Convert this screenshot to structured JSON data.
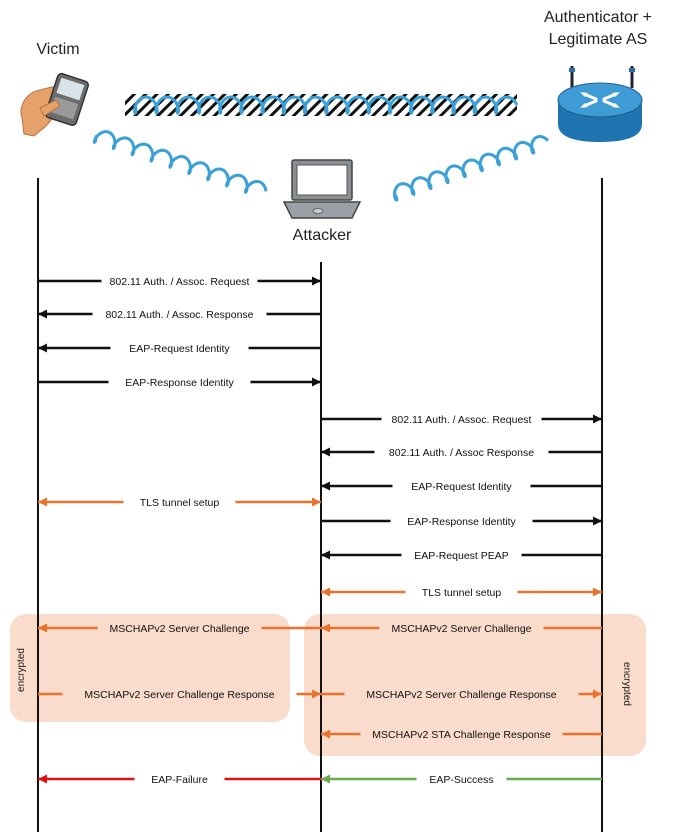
{
  "actors": {
    "victim": "Victim",
    "attacker": "Attacker",
    "authenticator_line1": "Authenticator +",
    "authenticator_line2": "Legitimate AS"
  },
  "encrypted_label": "encrypted",
  "colors": {
    "black": "#111111",
    "orange": "#e8732c",
    "red": "#e01010",
    "green": "#6aa84f",
    "encrypted_box": "#f9dccb"
  },
  "icons": [
    "phone-in-hand-icon",
    "laptop-icon",
    "wireless-router-icon",
    "wireless-link-icon"
  ],
  "messages": [
    {
      "label": "802.11 Auth. / Assoc. Request",
      "from": "victim",
      "to": "attacker",
      "color": "black"
    },
    {
      "label": "802.11 Auth. / Assoc. Response",
      "from": "attacker",
      "to": "victim",
      "color": "black"
    },
    {
      "label": "EAP-Request Identity",
      "from": "attacker",
      "to": "victim",
      "color": "black"
    },
    {
      "label": "EAP-Response Identity",
      "from": "victim",
      "to": "attacker",
      "color": "black"
    },
    {
      "label": "802.11 Auth. / Assoc. Request",
      "from": "attacker",
      "to": "authenticator",
      "color": "black"
    },
    {
      "label": "802.11 Auth. / Assoc Response",
      "from": "authenticator",
      "to": "attacker",
      "color": "black"
    },
    {
      "label": "EAP-Request Identity",
      "from": "authenticator",
      "to": "attacker",
      "color": "black"
    },
    {
      "label": "TLS tunnel setup",
      "from": "victim",
      "to": "attacker",
      "color": "orange",
      "bidirectional": true
    },
    {
      "label": "EAP-Response Identity",
      "from": "attacker",
      "to": "authenticator",
      "color": "black"
    },
    {
      "label": "EAP-Request PEAP",
      "from": "authenticator",
      "to": "attacker",
      "color": "black"
    },
    {
      "label": "TLS tunnel setup",
      "from": "attacker",
      "to": "authenticator",
      "color": "orange",
      "bidirectional": true
    },
    {
      "label": "MSCHAPv2 Server Challenge",
      "from": "attacker",
      "to": "victim",
      "color": "orange"
    },
    {
      "label": "MSCHAPv2 Server Challenge",
      "from": "authenticator",
      "to": "attacker",
      "color": "orange"
    },
    {
      "label": "MSCHAPv2 Server Challenge Response",
      "from": "victim",
      "to": "attacker",
      "color": "orange"
    },
    {
      "label": "MSCHAPv2 Server Challenge Response",
      "from": "attacker",
      "to": "authenticator",
      "color": "orange"
    },
    {
      "label": "MSCHAPv2 STA Challenge Response",
      "from": "authenticator",
      "to": "attacker",
      "color": "orange"
    },
    {
      "label": "EAP-Failure",
      "from": "attacker",
      "to": "victim",
      "color": "red"
    },
    {
      "label": "EAP-Success",
      "from": "authenticator",
      "to": "attacker",
      "color": "green"
    }
  ]
}
